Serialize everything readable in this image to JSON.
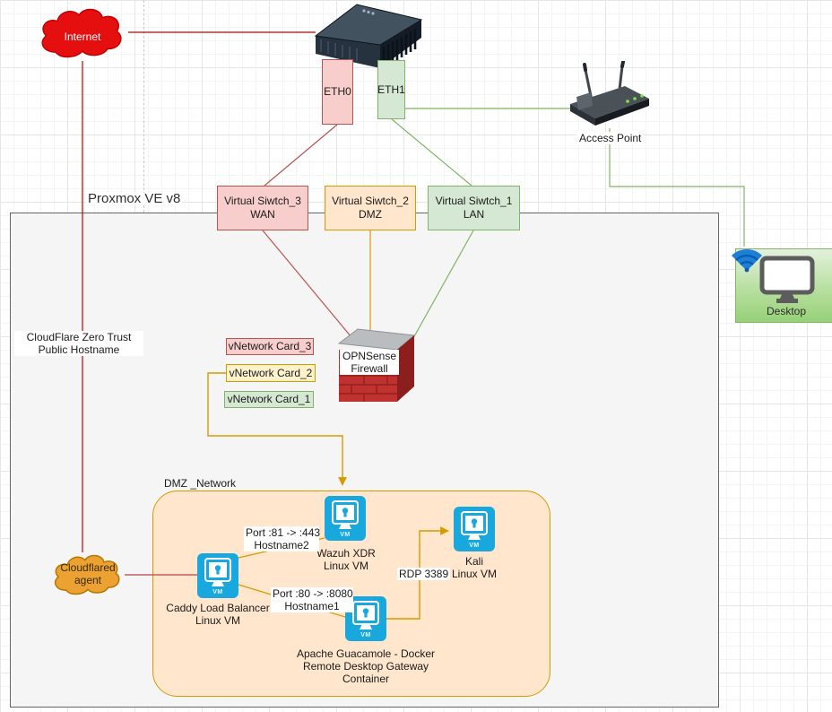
{
  "nodes": {
    "internet": {
      "label": "Internet"
    },
    "eth0": {
      "label": "ETH0"
    },
    "eth1": {
      "label": "ETH1"
    },
    "access_point": {
      "label": "Access Point"
    },
    "proxmox": {
      "label": "Proxmox VE v8"
    },
    "switch_wan": {
      "line1": "Virtual Siwtch_3",
      "line2": "WAN"
    },
    "switch_dmz": {
      "line1": "Virtual Siwtch_2",
      "line2": "DMZ"
    },
    "switch_lan": {
      "line1": "Virtual Siwtch_1",
      "line2": "LAN"
    },
    "firewall": {
      "line1": "OPNSense",
      "line2": "Firewall"
    },
    "vnic3": {
      "label": "vNetwork Card_3"
    },
    "vnic2": {
      "label": "vNetwork Card_2"
    },
    "vnic1": {
      "label": "vNetwork Card_1"
    },
    "cloudflare_hostname": {
      "line1": "CloudFlare Zero Trust",
      "line2": "Public Hostname"
    },
    "cloudflared": {
      "line1": "Cloudflared",
      "line2": "agent"
    },
    "dmz_network": {
      "label": "DMZ _Network"
    },
    "wazuh": {
      "line1": "Wazuh XDR",
      "line2": "Linux VM"
    },
    "caddy": {
      "line1": "Caddy Load Balancer",
      "line2": "Linux VM"
    },
    "kali": {
      "line1": "Kali",
      "line2": "Linux VM"
    },
    "guacamole": {
      "line1": "Apache Guacamole - Docker",
      "line2": "Remote Desktop Gateway",
      "line3": "Container"
    },
    "desktop": {
      "label": "Desktop"
    },
    "vm_badge": "VM"
  },
  "edge_labels": {
    "port81": {
      "line1": "Port :81 -> :443",
      "line2": "Hostname2"
    },
    "port80": {
      "line1": "Port :80 -> :8080",
      "line2": "Hostname1"
    },
    "rdp": "RDP 3389"
  },
  "colors": {
    "internet_red": "#c10000",
    "cloudflared_orange": "#eba232",
    "salmon_fill": "#f8cecc",
    "salmon_stroke": "#b85450",
    "green_fill": "#d5e8d4",
    "green_stroke": "#82b366",
    "orange_fill": "#ffe6cc",
    "orange_stroke": "#d79b00",
    "vm_cyan": "#18a8dd",
    "wifi_blue": "#1e7fd6",
    "firewall_red": "#c0322f"
  }
}
